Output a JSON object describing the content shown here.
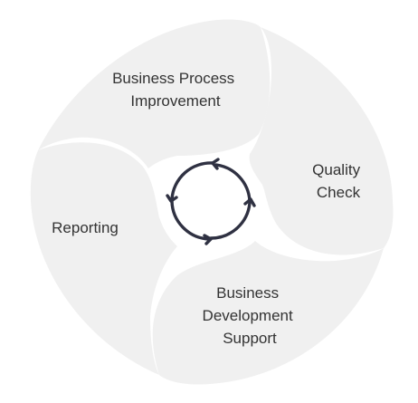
{
  "diagram": {
    "segments": [
      {
        "id": "bpi",
        "lines": [
          "Business Process",
          "Improvement"
        ]
      },
      {
        "id": "qc",
        "lines": [
          "Quality",
          "Check"
        ]
      },
      {
        "id": "bds",
        "lines": [
          "Business",
          "Development",
          "Support"
        ]
      },
      {
        "id": "rep",
        "lines": [
          "Reporting"
        ]
      }
    ],
    "center_icon": "cycle-arrows-icon",
    "colors": {
      "segment_fill": "#f0f0f0",
      "text": "#333333",
      "icon": "#2f3142",
      "background": "#ffffff"
    }
  }
}
